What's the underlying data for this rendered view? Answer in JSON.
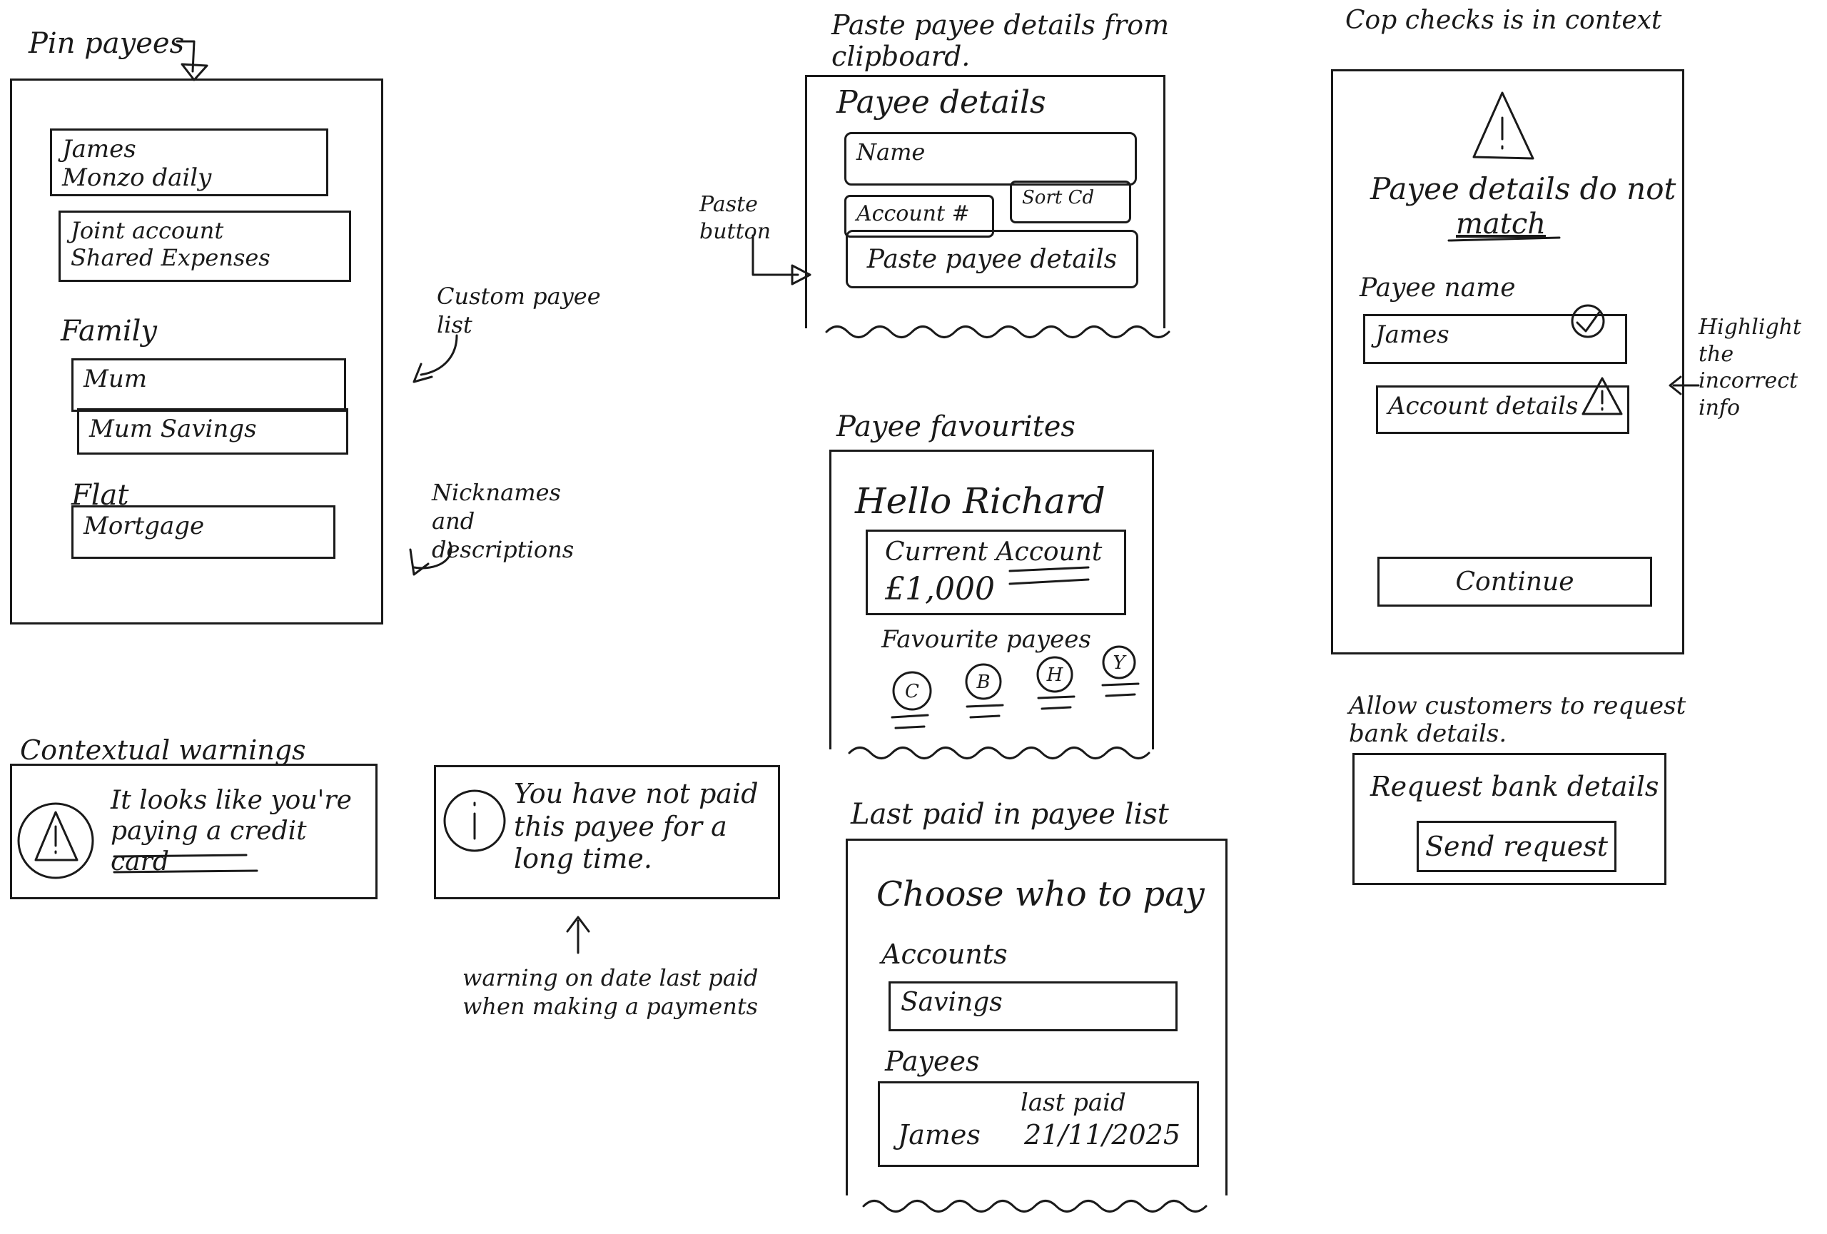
{
  "pin_section": {
    "title": "Pin payees",
    "items": [
      {
        "line1": "James",
        "line2": "Monzo daily"
      },
      {
        "line1": "Joint account",
        "line2": "Shared Expenses"
      }
    ],
    "groups": [
      {
        "name": "Family",
        "items": [
          "Mum",
          "Mum Savings"
        ]
      },
      {
        "name": "Flat",
        "items": [
          "Mortgage"
        ]
      }
    ],
    "note_custom": "Custom payee list",
    "note_nicknames": "Nicknames and descriptions"
  },
  "paste_section": {
    "title": "Paste payee details from clipboard.",
    "card_title": "Payee details",
    "name_placeholder": "Name",
    "account_placeholder": "Account #",
    "sortcode_placeholder": "Sort Cd",
    "paste_button": "Paste payee details",
    "note_paste": "Paste button"
  },
  "favourites_section": {
    "title": "Payee favourites",
    "greeting": "Hello Richard",
    "account_name": "Current Account",
    "balance": "£1,000",
    "favourites_label": "Favourite payees",
    "avatars": [
      "C",
      "B",
      "H",
      "Y"
    ]
  },
  "lastpaid_section": {
    "title": "Last paid in payee list",
    "heading": "Choose who to pay",
    "accounts_label": "Accounts",
    "account_item": "Savings",
    "payees_label": "Payees",
    "payee_name": "James",
    "last_paid_label": "last paid",
    "last_paid_date": "21/11/2025"
  },
  "cop_section": {
    "title": "Cop checks is in context",
    "message_line1": "Payee details do not",
    "message_line2": "match",
    "payee_name_label": "Payee name",
    "payee_name_value": "James",
    "account_details_value": "Account details",
    "continue_button": "Continue",
    "note_highlight": "Highlight the incorrect info"
  },
  "request_section": {
    "title": "Allow customers to request bank details.",
    "card_title": "Request bank details",
    "send_button": "Send request"
  },
  "warnings_section": {
    "title": "Contextual warnings",
    "warning_text": "It looks like you're paying a credit card",
    "info_text": "You have not paid this payee for a long time.",
    "note_date": "warning on date last paid when making a payments"
  }
}
